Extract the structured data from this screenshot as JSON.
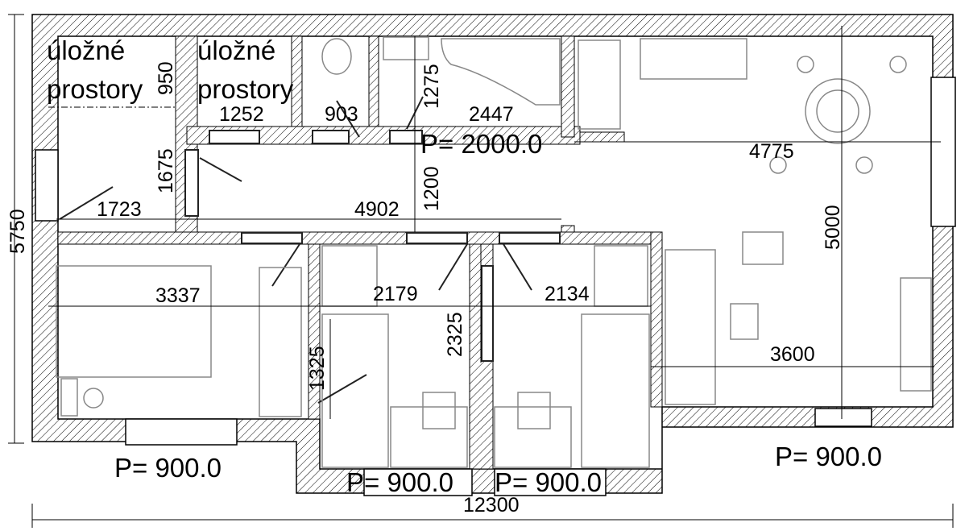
{
  "rooms": {
    "storage_1": [
      "úložné",
      "prostory"
    ],
    "storage_2": [
      "úložné",
      "prostory"
    ]
  },
  "dimensions": {
    "d950": "950",
    "d1252": "1252",
    "d903": "903",
    "d1275": "1275",
    "d2447": "2447",
    "d1675": "1675",
    "d1723": "1723",
    "d4902": "4902",
    "d1200": "1200",
    "d4775": "4775",
    "d5000": "5000",
    "d5750": "5750",
    "d3337": "3337",
    "d2179": "2179",
    "d2134": "2134",
    "d2325": "2325",
    "d1325": "1325",
    "d3600": "3600",
    "d12300": "12300"
  },
  "windows": {
    "bath": "P= 2000.0",
    "bedroom_left": "P= 900.0",
    "room_mid_1": "P= 900.0",
    "room_mid_2": "P= 900.0",
    "living": "P= 900.0"
  },
  "colors": {
    "wall_hatch": "#000000",
    "furniture": "#888888"
  }
}
